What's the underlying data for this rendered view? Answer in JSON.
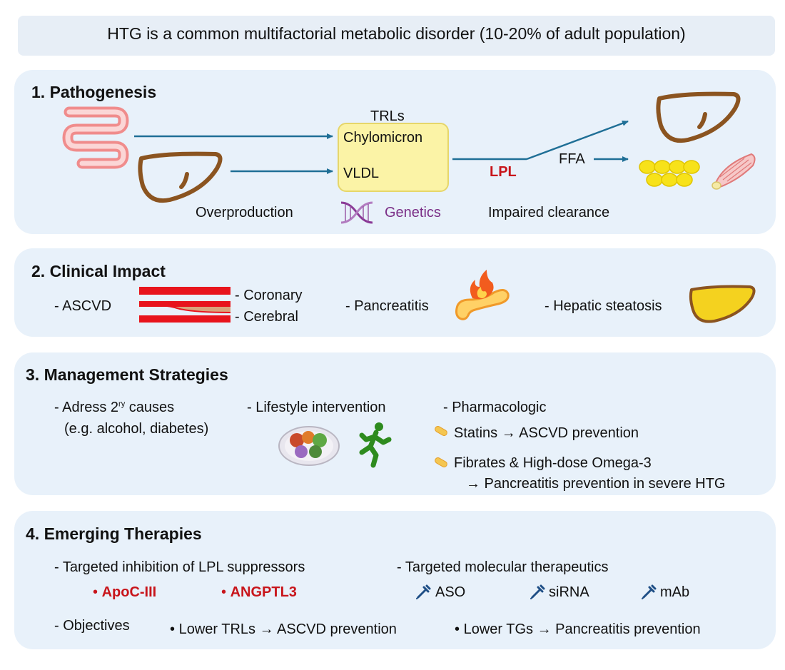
{
  "header": {
    "title": "HTG is a common multifactorial metabolic disorder (10-20% of adult population)"
  },
  "pathogenesis": {
    "heading": "1. Pathogenesis",
    "trls_label": "TRLs",
    "chylomicron": "Chylomicron",
    "vldl": "VLDL",
    "lpl": "LPL",
    "ffa": "FFA",
    "overproduction": "Overproduction",
    "genetics": "Genetics",
    "impaired_clearance": "Impaired clearance"
  },
  "clinical": {
    "heading": "2. Clinical Impact",
    "ascvd": "- ASCVD",
    "coronary": "- Coronary",
    "cerebral": "- Cerebral",
    "pancreatitis": "- Pancreatitis",
    "hepatic": "- Hepatic steatosis"
  },
  "management": {
    "heading": "3. Management Strategies",
    "address": "- Adress 2",
    "address_sup": "ry",
    "address_suffix": " causes",
    "address_eg": "(e.g. alcohol, diabetes)",
    "lifestyle": "- Lifestyle intervention",
    "pharma": "- Pharmacologic",
    "statins": "Statins → ASCVD prevention",
    "fibrates": "Fibrates & High-dose Omega-3",
    "fibrates_result": "→ Pancreatitis prevention in severe HTG"
  },
  "emerging": {
    "heading": "4. Emerging Therapies",
    "targeted_inhibition": "- Targeted inhibition of LPL suppressors",
    "apoc": "ApoC-III",
    "angptl3": "ANGPTL3",
    "targeted_molecular": "- Targeted molecular therapeutics",
    "aso": "ASO",
    "sirna": "siRNA",
    "mab": "mAb",
    "objectives": "- Objectives",
    "lower_trls": "Lower TRLs → ASCVD prevention",
    "lower_tgs": "Lower TGs → Pancreatitis prevention"
  },
  "colors": {
    "panel": "#e8f1fa",
    "liver_outline": "#8b5420",
    "emphasis_red": "#c8151b",
    "genetics_purple": "#7a2e86",
    "arrow": "#1f6f96",
    "trl_box": "#fbf3a6"
  },
  "icons": [
    "intestine-icon",
    "liver-icon",
    "adipose-icon",
    "muscle-icon",
    "dna-icon",
    "artery-icon",
    "pancreas-fire-icon",
    "fatty-liver-icon",
    "food-plate-icon",
    "runner-icon",
    "pill-icon",
    "syringe-icon"
  ]
}
